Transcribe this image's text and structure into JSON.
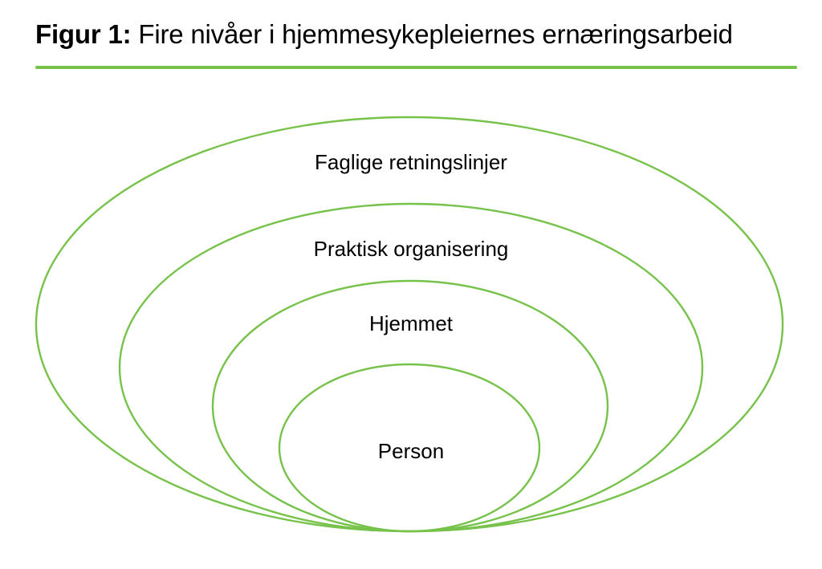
{
  "title": {
    "label": "Figur 1:",
    "text": "Fire nivåer i hjemmesykepleiernes ernæringsarbeid"
  },
  "colors": {
    "accent": "#77C24B",
    "text": "#000000",
    "background": "#FFFFFF"
  },
  "diagram": {
    "type": "nested-ellipses",
    "levels": [
      {
        "rank": 1,
        "label": "Faglige retningslinjer"
      },
      {
        "rank": 2,
        "label": "Praktisk organisering"
      },
      {
        "rank": 3,
        "label": "Hjemmet"
      },
      {
        "rank": 4,
        "label": "Person"
      }
    ]
  }
}
